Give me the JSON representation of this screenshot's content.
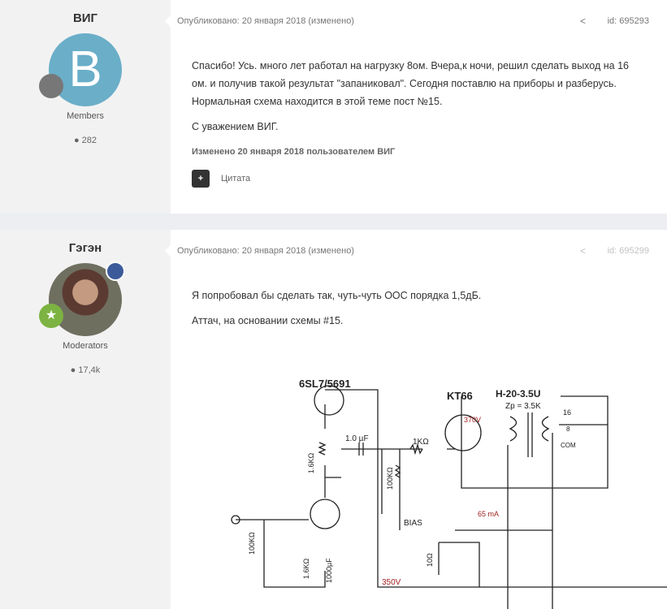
{
  "posts": [
    {
      "author": "ВИГ",
      "avatar_letter": "B",
      "rank": "Members",
      "post_count": "282",
      "published": "Опубликовано: 20 января 2018 (изменено)",
      "id": "id: 695293",
      "paragraphs": [
        "Спасибо! Усь. много лет работал на нагрузку 8ом. Вчера,к ночи, решил сделать выход на 16 ом. и получив такой результат \"запаниковал\". Сегодня поставлю на приборы и разберусь. Нормальная схема находится в этой теме пост №15.",
        "С уважением ВИГ."
      ],
      "edited": "Изменено 20 января 2018 пользователем ВИГ",
      "quote_label": "Цитата"
    },
    {
      "author": "Гэгэн",
      "rank": "Moderators",
      "post_count": "17,4k",
      "published": "Опубликовано: 20 января 2018 (изменено)",
      "id": "id: 695299",
      "paragraphs": [
        "Я попробовал бы сделать так, чуть-чуть ООС порядка 1,5дБ.",
        "Аттач, на основании схемы #15."
      ]
    }
  ],
  "schematic": {
    "tube1": "6SL7/5691",
    "tube2": "KT66",
    "transformer": "H-20-3.5U",
    "zp": "Zp = 3.5K",
    "tap16": "16",
    "tap8": "8",
    "com": "COM",
    "cap": "1.0 µF",
    "r_grid": "1KΩ",
    "v_plate": "370V",
    "r1": "1.6KΩ",
    "r_bias": "100KΩ",
    "bias": "BIAS",
    "current": "65 mA",
    "r_in": "100KΩ",
    "r_k": "1.6KΩ",
    "c_k": "1000µF",
    "r_10": "10Ω",
    "v_supply": "350V"
  }
}
